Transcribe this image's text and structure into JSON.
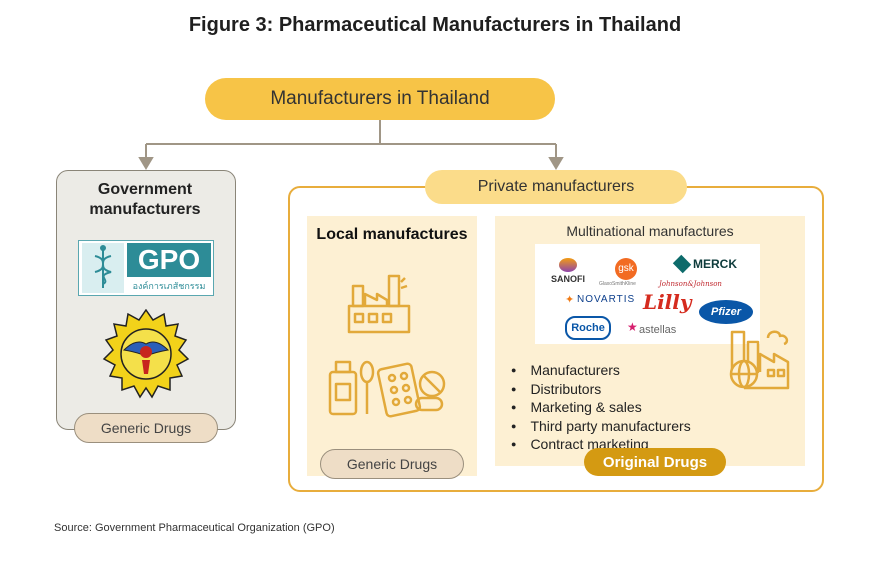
{
  "title": "Figure 3: Pharmaceutical Manufacturers in Thailand",
  "root": {
    "label": "Manufacturers in Thailand"
  },
  "government": {
    "title_line1": "Government",
    "title_line2": "manufacturers",
    "gpo_logo_text": "GPO",
    "gpo_logo_subtext": "องค์การเภสัชกรรม",
    "generic_label": "Generic Drugs"
  },
  "private": {
    "label": "Private manufacturers",
    "local": {
      "title": "Local manufactures",
      "generic_label": "Generic Drugs"
    },
    "multinational": {
      "title": "Multinational manufactures",
      "logos": [
        "SANOFI",
        "gsk",
        "GlaxoSmithKline",
        "MERCK",
        "Johnson&Johnson",
        "NOVARTIS",
        "Lilly",
        "Pfizer",
        "Roche",
        "astellas"
      ],
      "roles": [
        "Manufacturers",
        "Distributors",
        "Marketing & sales",
        "Third party manufacturers",
        "Contract marketing"
      ],
      "drug_label": "Original Drugs"
    }
  },
  "source": "Source: Government Pharmaceutical Organization (GPO)",
  "colors": {
    "accent": "#f7c447",
    "border": "#e8ad3c",
    "dark_accent": "#d49a12",
    "icon": "#e2a93a"
  }
}
